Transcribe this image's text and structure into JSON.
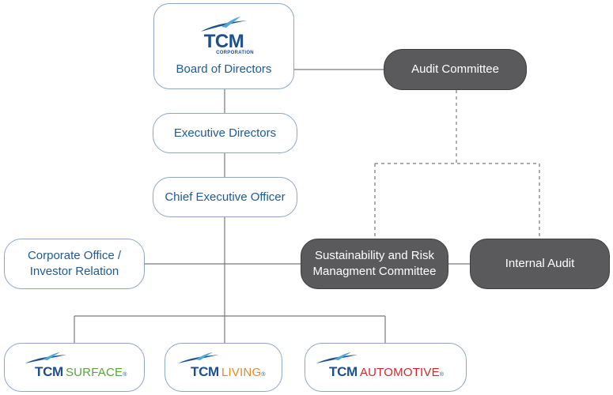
{
  "colors": {
    "light_border": "#8ea7c4",
    "light_text": "#1d5c94",
    "dark_fill": "#5a5a5c",
    "line": "#7a7a7a",
    "logo_dark_blue": "#1d4f8f",
    "logo_light_blue": "#4fa9d6",
    "surface_green": "#57a63c",
    "living_orange": "#e08b2e",
    "automotive_red": "#d1282d"
  },
  "board": {
    "logo_text": "TCM",
    "logo_subtext": "CORPORATION",
    "label": "Board of Directors"
  },
  "executive_directors": {
    "label": "Executive Directors"
  },
  "ceo": {
    "label": "Chief Executive Officer"
  },
  "audit_committee": {
    "label": "Audit Committee"
  },
  "corporate_office": {
    "line1": "Corporate Office /",
    "line2": "Investor Relation"
  },
  "sustainability": {
    "line1": "Sustainability and Risk",
    "line2": "Managment Committee"
  },
  "internal_audit": {
    "label": "Internal Audit"
  },
  "subsidiaries": [
    {
      "prefix": "TCM",
      "name": "SURFACE",
      "color": "#57a63c",
      "mark": "®"
    },
    {
      "prefix": "TCM",
      "name": "LIVING",
      "color": "#e08b2e",
      "mark": "®"
    },
    {
      "prefix": "TCM",
      "name": "AUTOMOTIVE",
      "color": "#d1282d",
      "mark": "®"
    }
  ]
}
